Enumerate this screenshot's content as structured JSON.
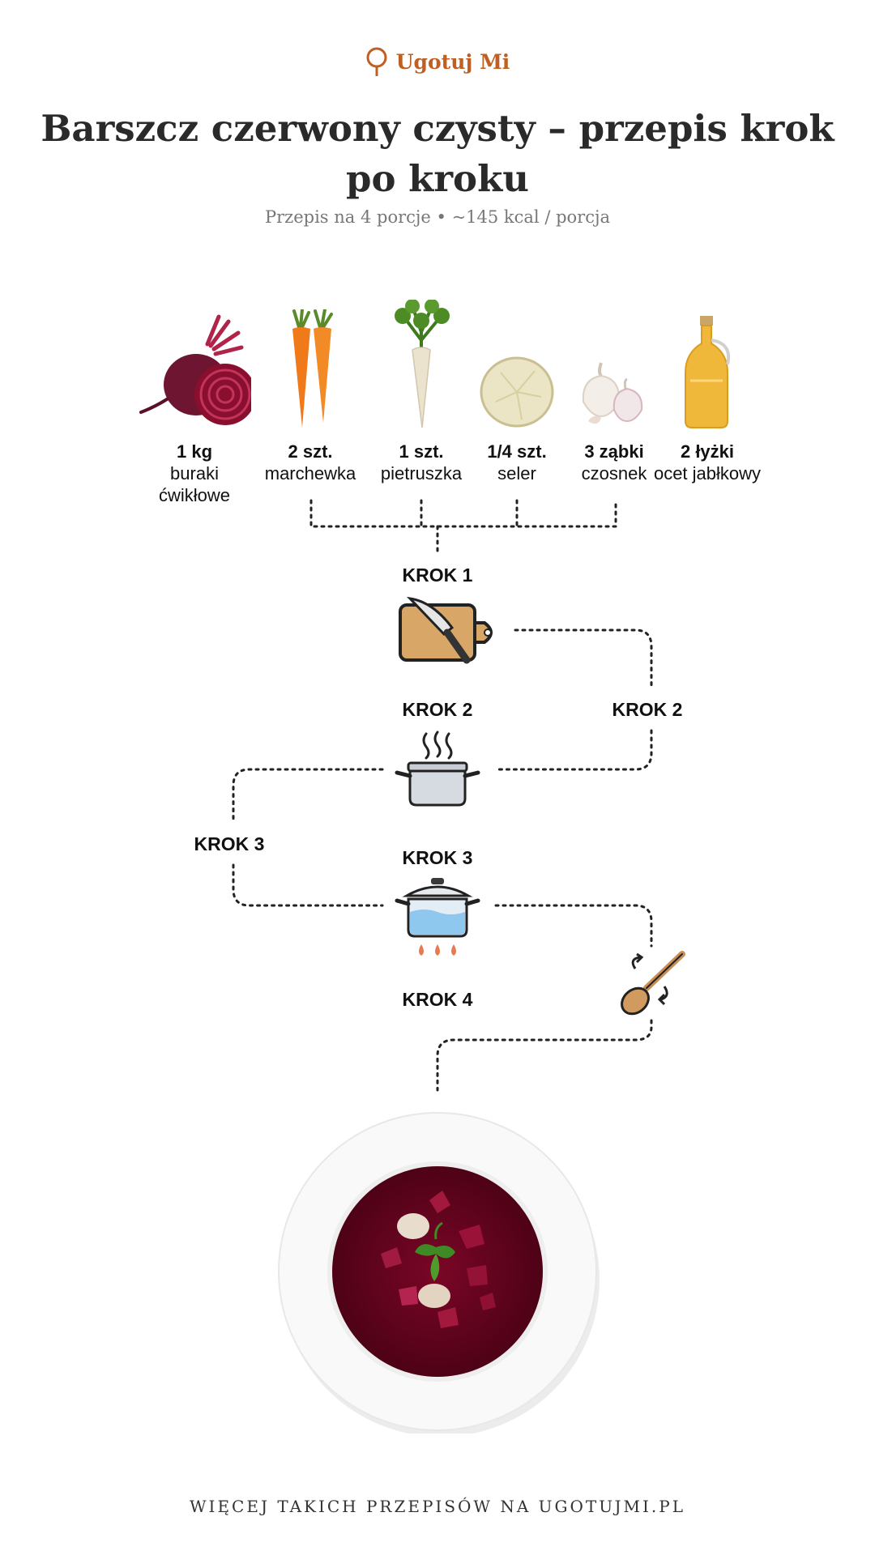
{
  "brand": {
    "name": "Ugotuj Mi",
    "color": "#bf5f22",
    "icon": "location-pin-icon"
  },
  "header": {
    "title": "Barszcz czerwony czysty – przepis krok po kroku",
    "subtitle": "Przepis na 4 porcje • ~145 kcal / porcja"
  },
  "ingredients": [
    {
      "qty": "1 kg",
      "name": "buraki ćwikłowe",
      "icon": "beetroot-icon"
    },
    {
      "qty": "2 szt.",
      "name": "marchewka",
      "icon": "carrot-icon"
    },
    {
      "qty": "1 szt.",
      "name": "pietruszka",
      "icon": "parsley-root-icon"
    },
    {
      "qty": "1/4 szt.",
      "name": "seler",
      "icon": "celery-root-icon"
    },
    {
      "qty": "3 ząbki",
      "name": "czosnek",
      "icon": "garlic-icon"
    },
    {
      "qty": "2 łyżki",
      "name": "ocet jabłkowy",
      "icon": "vinegar-bottle-icon"
    }
  ],
  "steps": {
    "step1": {
      "label": "KROK 1",
      "icon": "cutting-board-knife-icon"
    },
    "step2": {
      "label": "KROK 2",
      "side_label": "KROK 2",
      "icon": "steaming-pot-icon"
    },
    "step3": {
      "label": "KROK 3",
      "side_label": "KROK 3",
      "icon": "boiling-pot-icon"
    },
    "step4": {
      "label": "KROK 4",
      "icon": "stirring-spoon-icon"
    }
  },
  "result": {
    "icon": "borscht-bowl-icon"
  },
  "footer": {
    "text": "WIĘCEJ TAKICH PRZEPISÓW NA UGOTUJMI.PL"
  },
  "colors": {
    "beet": "#8a0f2e",
    "soup": "#6a0320",
    "wood": "#d8a768",
    "line": "#222222"
  }
}
